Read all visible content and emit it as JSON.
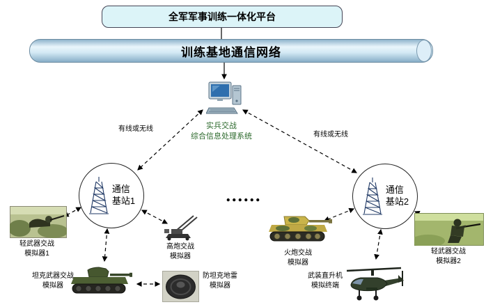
{
  "platform_box": {
    "label": "全军军事训练一体化平台"
  },
  "network_pipe": {
    "label": "训练基地通信网络"
  },
  "processing_system": {
    "line1": "实兵交战",
    "line2": "综合信息处理系统"
  },
  "link_labels": {
    "left": "有线或无线",
    "right": "有线或无线"
  },
  "stations": {
    "station1": {
      "line1": "通信",
      "line2": "基站1"
    },
    "station2": {
      "line1": "通信",
      "line2": "基站2"
    }
  },
  "ellipsis": "......",
  "simulators": {
    "light_weapon_1": {
      "line1": "轻武器交战",
      "line2": "模拟器1"
    },
    "aa_gun": {
      "line1": "高炮交战",
      "line2": "模拟器"
    },
    "tank_weapon": {
      "line1": "坦克武器交战",
      "line2": "模拟器"
    },
    "anti_tank_mine": {
      "line1": "防坦克地雷",
      "line2": "模拟器"
    },
    "artillery": {
      "line1": "火炮交战",
      "line2": "模拟器"
    },
    "helicopter": {
      "line1": "武装直升机",
      "line2": "模拟终端"
    },
    "light_weapon_2": {
      "line1": "轻武器交战",
      "line2": "模拟器2"
    }
  },
  "colors": {
    "platform_box_fill": "#dcf4f8",
    "pipe_fill_light": "#e9f5fb",
    "pipe_fill_dark": "#8fb4cc",
    "processing_label_green": "#2d6a2d",
    "line_color": "#000000",
    "tower_color": "#1f3864"
  }
}
